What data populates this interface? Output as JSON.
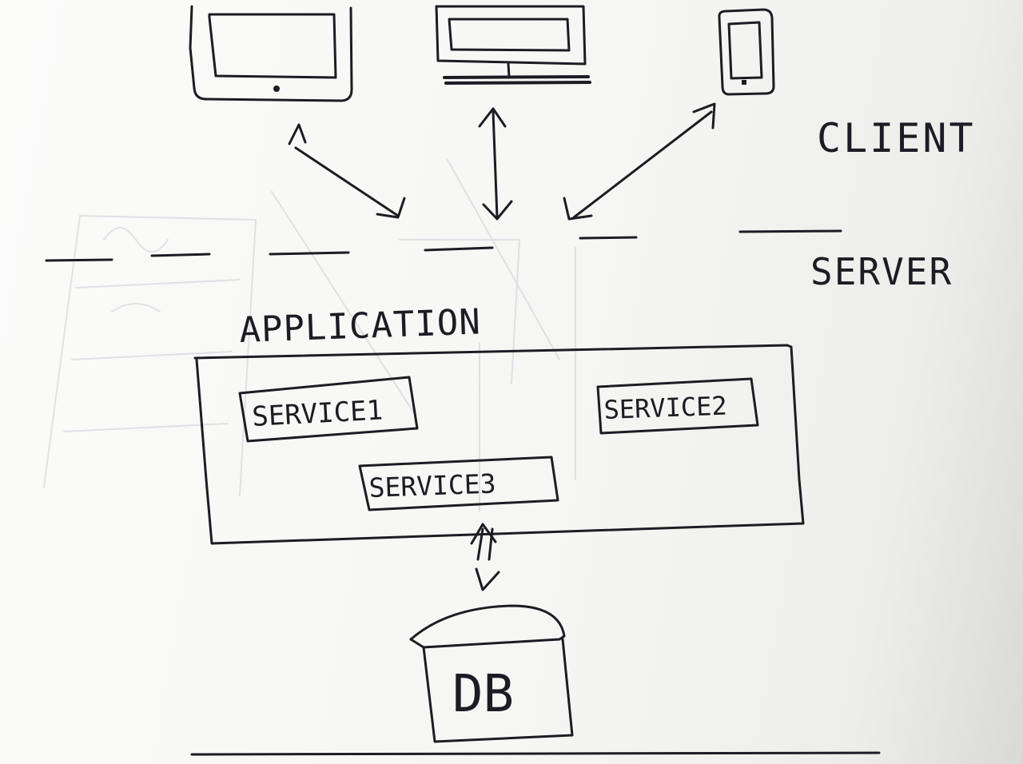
{
  "labels": {
    "client": "CLIENT",
    "server": "SERVER",
    "application": "APPLICATION",
    "service1": "SERVICE1",
    "service2": "SERVICE2",
    "service3": "SERVICE3",
    "db": "DB"
  },
  "devices": [
    {
      "name": "tablet",
      "icon": "tablet-icon"
    },
    {
      "name": "desktop",
      "icon": "desktop-monitor-icon"
    },
    {
      "name": "phone",
      "icon": "mobile-phone-icon"
    }
  ],
  "colors": {
    "ink": "#1c1c22",
    "paper": "#f7f7f5",
    "bleed_through": "#c9cdd6"
  }
}
